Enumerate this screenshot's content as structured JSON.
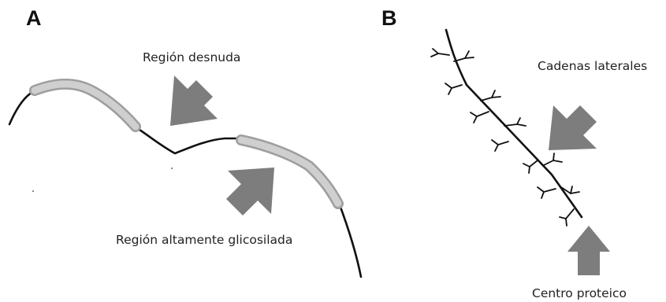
{
  "panel_a": {
    "letter": "A",
    "label_naked": "Región desnuda",
    "label_glycosylated": "Región altamente glicosilada"
  },
  "panel_b": {
    "letter": "B",
    "label_side_chains": "Cadenas laterales",
    "label_core": "Centro proteico"
  },
  "colors": {
    "arrow": "#7d7d7d",
    "glycosylated_coat": "#cfcfcf",
    "backbone": "#111111"
  }
}
